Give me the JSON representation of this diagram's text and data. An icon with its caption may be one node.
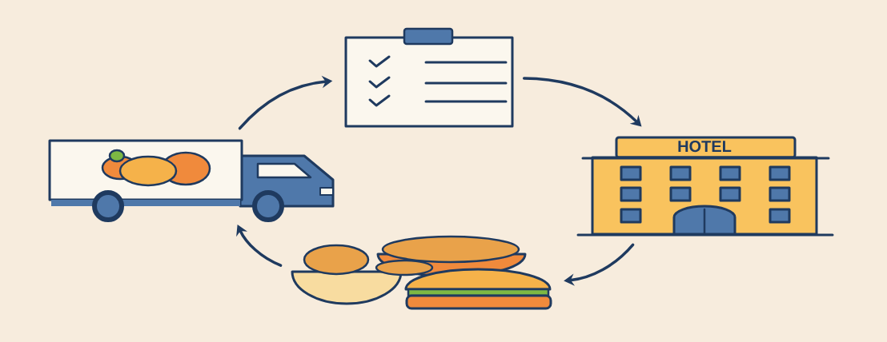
{
  "diagram": {
    "nodes": [
      {
        "text": [],
        "shape": "picture"
      },
      {
        "text": [],
        "shape": "picture"
      },
      {
        "text": [
          "HOTEL"
        ]
      },
      {
        "text": [],
        "shape": "picture"
      }
    ],
    "edges": [
      {
        "from": 1,
        "to": 0,
        "arrow": "to"
      },
      {
        "from": 0,
        "to": 2,
        "arrow": "to"
      },
      {
        "from": 2,
        "to": 3,
        "arrow": "to"
      },
      {
        "from": 3,
        "to": 1,
        "arrow": "to"
      }
    ]
  }
}
